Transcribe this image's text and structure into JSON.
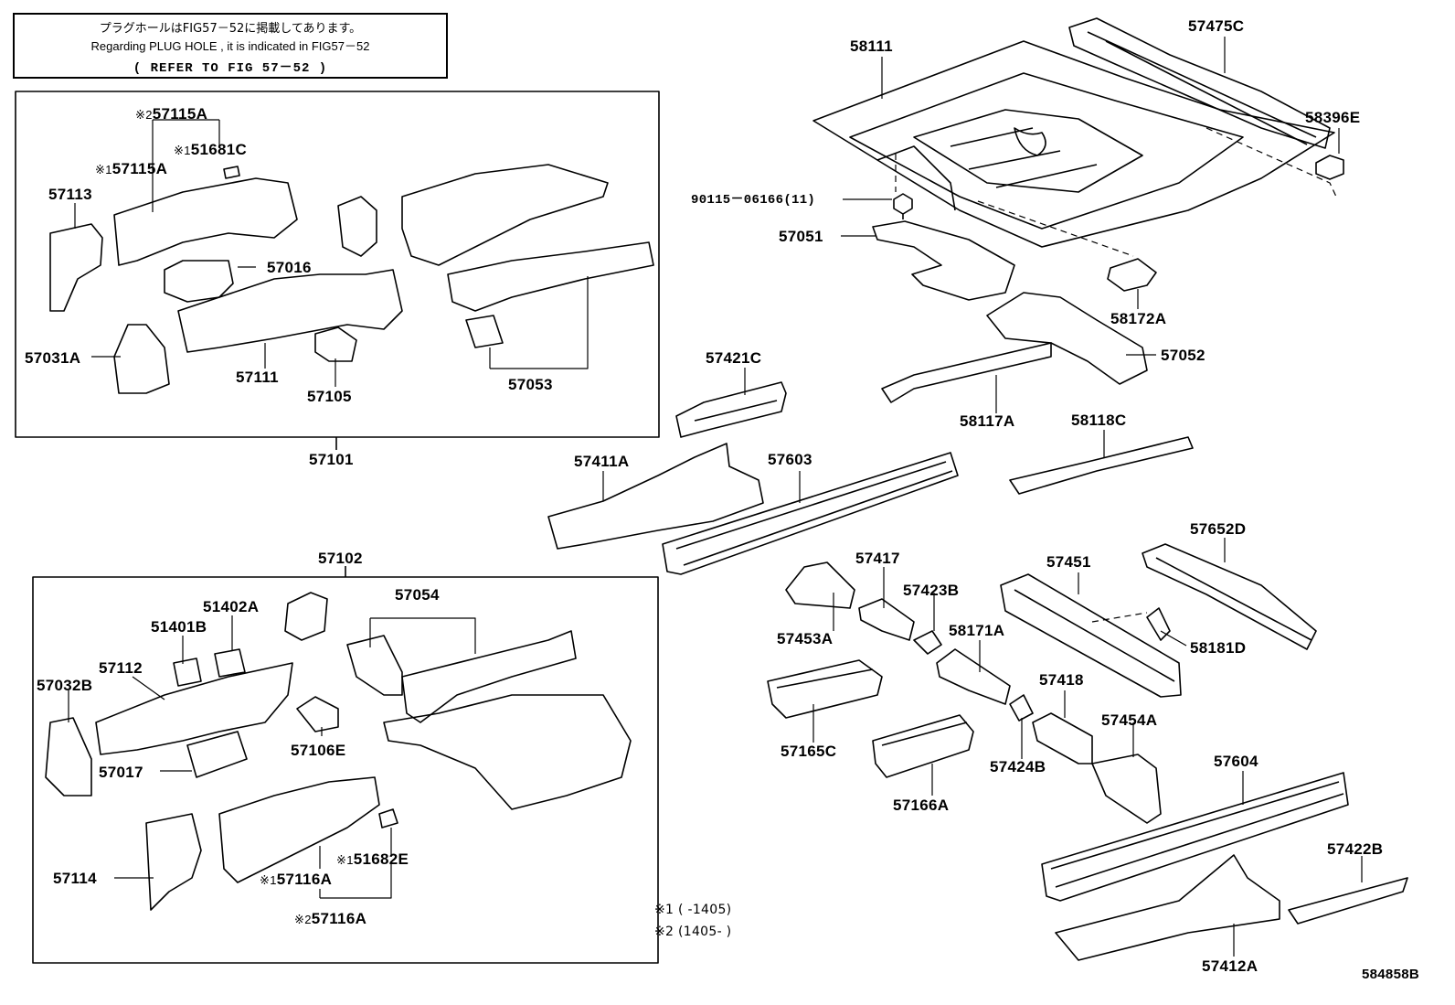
{
  "note": {
    "line1": "プラグホールはFIG57－52に掲載してあります。",
    "line2": "Regarding  PLUG HOLE , it is indicated  in  FIG57－52",
    "line3": "(    REFER  TO  FIG  57－52    )"
  },
  "labels": {
    "p58111": "58111",
    "p57475C": "57475C",
    "p58396E": "58396E",
    "p90115": "90115－06166(11)",
    "p57051": "57051",
    "p58172A": "58172A",
    "p57052": "57052",
    "p57421C": "57421C",
    "p58117A": "58117A",
    "p58118C": "58118C",
    "p57411A": "57411A",
    "p57603": "57603",
    "p57652D": "57652D",
    "p57451": "57451",
    "p57417": "57417",
    "p57423B": "57423B",
    "p57453A": "57453A",
    "p58171A": "58171A",
    "p58181D": "58181D",
    "p57418": "57418",
    "p57454A": "57454A",
    "p57165C": "57165C",
    "p57424B": "57424B",
    "p57166A": "57166A",
    "p57604": "57604",
    "p57422B": "57422B",
    "p57412A": "57412A",
    "p57101": "57101",
    "p57102": "57102",
    "p57113": "57113",
    "p57115A_2": "57115A",
    "p51681C": "51681C",
    "p57115A_1": "57115A",
    "p57016": "57016",
    "p57031A": "57031A",
    "p57111": "57111",
    "p57105": "57105",
    "p57053": "57053",
    "p57054": "57054",
    "p51402A": "51402A",
    "p51401B": "51401B",
    "p57112": "57112",
    "p57032B": "57032B",
    "p57106E": "57106E",
    "p57017": "57017",
    "p57114": "57114",
    "p51682E": "51682E",
    "p57116A_1": "57116A",
    "p57116A_2": "57116A",
    "footnote1": "※1 (       -1405)",
    "footnote2": "※2 (1405-       )",
    "caption": "584858B"
  },
  "prefix": {
    "mark1": "※1",
    "mark2": "※2"
  }
}
